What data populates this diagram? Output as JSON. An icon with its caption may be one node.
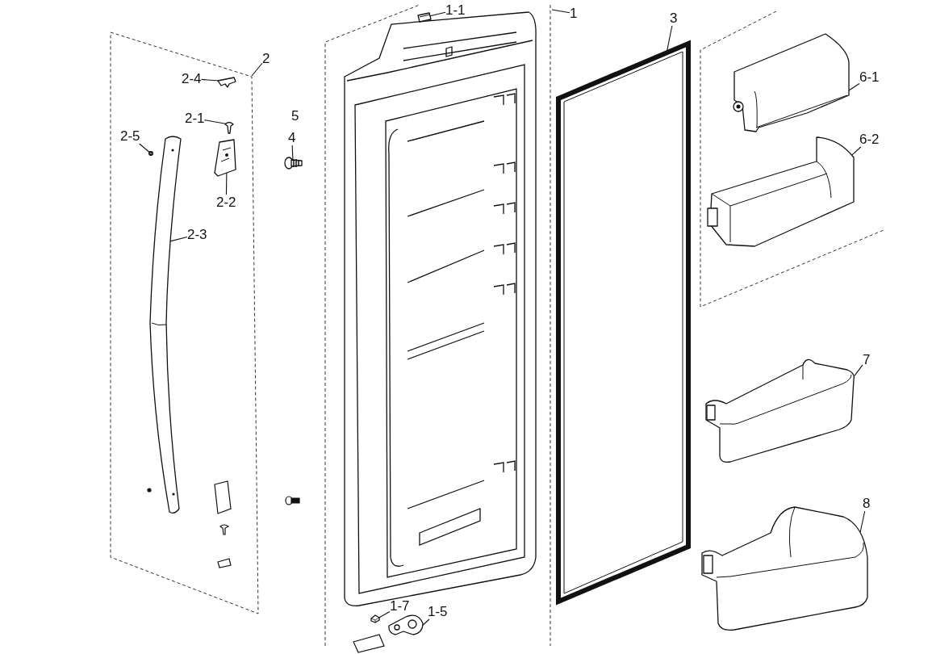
{
  "diagram": {
    "nodes": [
      {
        "text": [
          "1-1"
        ]
      },
      {
        "text": [],
        "shape": "picture"
      },
      {
        "text": [
          "1"
        ]
      },
      {
        "text": [
          "2"
        ]
      },
      {
        "text": [
          "2-4"
        ]
      },
      {
        "text": [],
        "shape": "picture"
      },
      {
        "text": [
          "2-1"
        ]
      },
      {
        "text": [],
        "shape": "picture"
      },
      {
        "text": [
          "2-5"
        ]
      },
      {
        "text": [],
        "shape": "picture"
      },
      {
        "text": [
          "2-2"
        ]
      },
      {
        "text": [],
        "shape": "picture"
      },
      {
        "text": [
          "2-3"
        ]
      },
      {
        "text": [],
        "shape": "picture"
      },
      {
        "text": [
          "4"
        ]
      },
      {
        "text": [],
        "shape": "picture"
      },
      {
        "text": [
          "3"
        ]
      },
      {
        "text": [],
        "shape": "picture"
      },
      {
        "text": [
          "6-1"
        ]
      },
      {
        "text": [],
        "shape": "picture"
      },
      {
        "text": [
          "6-2"
        ]
      },
      {
        "text": [],
        "shape": "picture"
      },
      {
        "text": [
          "7"
        ]
      },
      {
        "text": [],
        "shape": "picture"
      },
      {
        "text": [
          "8"
        ]
      },
      {
        "text": [],
        "shape": "picture"
      },
      {
        "text": [
          "1-7"
        ]
      },
      {
        "text": [],
        "shape": "picture"
      },
      {
        "text": [
          "1-5"
        ]
      },
      {
        "text": [],
        "shape": "picture"
      }
    ],
    "edges": [
      {
        "from": 0,
        "to": 1,
        "arrow": "none"
      },
      {
        "from": 2,
        "to": null,
        "arrow": "none"
      },
      {
        "from": 3,
        "to": null,
        "arrow": "none"
      },
      {
        "from": 4,
        "to": 5,
        "arrow": "none"
      },
      {
        "from": 6,
        "to": 7,
        "arrow": "none"
      },
      {
        "from": 8,
        "to": 9,
        "arrow": "none"
      },
      {
        "from": 10,
        "to": 11,
        "arrow": "none"
      },
      {
        "from": 12,
        "to": 13,
        "arrow": "none"
      },
      {
        "from": 14,
        "to": 15,
        "arrow": "none"
      },
      {
        "from": 16,
        "to": 17,
        "arrow": "none"
      },
      {
        "from": 18,
        "to": 19,
        "arrow": "none"
      },
      {
        "from": 20,
        "to": 21,
        "arrow": "none"
      },
      {
        "from": 22,
        "to": 23,
        "arrow": "none"
      },
      {
        "from": 24,
        "to": 25,
        "arrow": "none"
      },
      {
        "from": 26,
        "to": 27,
        "arrow": "none"
      },
      {
        "from": 28,
        "to": 29,
        "arrow": "none"
      }
    ],
    "labels": [
      "5"
    ]
  }
}
